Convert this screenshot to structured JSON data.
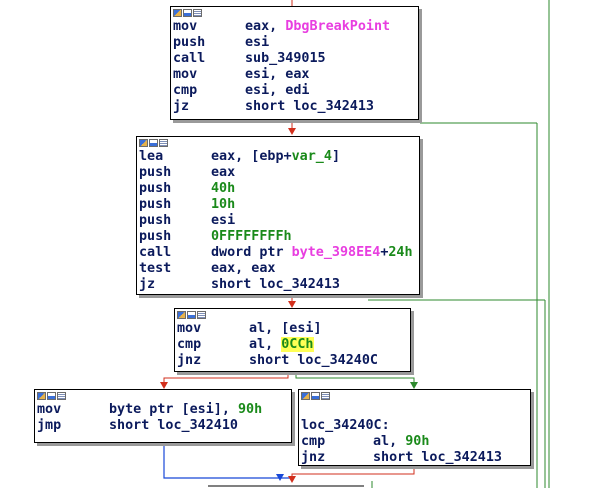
{
  "colors": {
    "background": "#ffffff",
    "instruction_text": "#0b1a5c",
    "immediate": "#1a8a1a",
    "symbol": "#e83ee0",
    "highlight": "#ffff55",
    "edge_false": "#d22f1c",
    "edge_true": "#2e8a2e",
    "edge_unconditional": "#1848d8"
  },
  "header_icons": [
    "graph-icon",
    "image-icon",
    "list-icon"
  ],
  "blocks": [
    {
      "id": "block-1",
      "lines": [
        {
          "mnemonic": "mov",
          "operands": [
            {
              "t": "eax, "
            },
            {
              "t": "DbgBreakPoint",
              "c": "sym"
            }
          ]
        },
        {
          "mnemonic": "push",
          "operands": [
            {
              "t": "esi"
            }
          ]
        },
        {
          "mnemonic": "call",
          "operands": [
            {
              "t": "sub_349015"
            }
          ]
        },
        {
          "mnemonic": "mov",
          "operands": [
            {
              "t": "esi, eax"
            }
          ]
        },
        {
          "mnemonic": "cmp",
          "operands": [
            {
              "t": "esi, edi"
            }
          ]
        },
        {
          "mnemonic": "jz",
          "operands": [
            {
              "t": "short loc_342413"
            }
          ]
        }
      ]
    },
    {
      "id": "block-2",
      "lines": [
        {
          "mnemonic": "lea",
          "operands": [
            {
              "t": "eax, [ebp+"
            },
            {
              "t": "var_4",
              "c": "num"
            },
            {
              "t": "]"
            }
          ]
        },
        {
          "mnemonic": "push",
          "operands": [
            {
              "t": "eax"
            }
          ]
        },
        {
          "mnemonic": "push",
          "operands": [
            {
              "t": "40h",
              "c": "num"
            }
          ]
        },
        {
          "mnemonic": "push",
          "operands": [
            {
              "t": "10h",
              "c": "num"
            }
          ]
        },
        {
          "mnemonic": "push",
          "operands": [
            {
              "t": "esi"
            }
          ]
        },
        {
          "mnemonic": "push",
          "operands": [
            {
              "t": "0FFFFFFFFh",
              "c": "num"
            }
          ]
        },
        {
          "mnemonic": "call",
          "operands": [
            {
              "t": "dword ptr "
            },
            {
              "t": "byte_398EE4",
              "c": "sym"
            },
            {
              "t": "+"
            },
            {
              "t": "24h",
              "c": "num"
            }
          ]
        },
        {
          "mnemonic": "test",
          "operands": [
            {
              "t": "eax, eax"
            }
          ]
        },
        {
          "mnemonic": "jz",
          "operands": [
            {
              "t": "short loc_342413"
            }
          ]
        }
      ]
    },
    {
      "id": "block-3",
      "lines": [
        {
          "mnemonic": "mov",
          "operands": [
            {
              "t": "al, [esi]"
            }
          ]
        },
        {
          "mnemonic": "cmp",
          "operands": [
            {
              "t": "al, "
            },
            {
              "t": "0CCh",
              "c": "hl"
            }
          ]
        },
        {
          "mnemonic": "jnz",
          "operands": [
            {
              "t": "short loc_34240C"
            }
          ]
        }
      ]
    },
    {
      "id": "block-4",
      "lines": [
        {
          "mnemonic": "mov",
          "operands": [
            {
              "t": "byte ptr [esi], "
            },
            {
              "t": "90h",
              "c": "num"
            }
          ]
        },
        {
          "mnemonic": "jmp",
          "operands": [
            {
              "t": "short loc_342410"
            }
          ]
        }
      ]
    },
    {
      "id": "block-5",
      "lines": [
        {
          "label": ""
        },
        {
          "label": "loc_34240C:"
        },
        {
          "mnemonic": "cmp",
          "operands": [
            {
              "t": "al, "
            },
            {
              "t": "90h",
              "c": "num"
            }
          ]
        },
        {
          "mnemonic": "jnz",
          "operands": [
            {
              "t": "short loc_342413"
            }
          ]
        }
      ]
    }
  ]
}
